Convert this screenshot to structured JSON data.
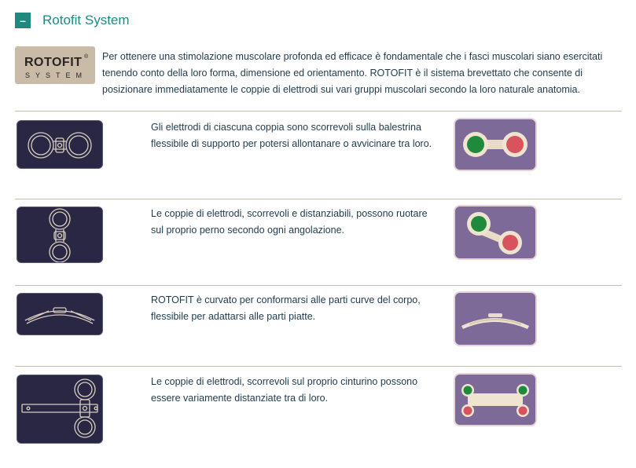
{
  "header": {
    "toggle_symbol": "–",
    "title": "Rotofit System"
  },
  "logo": {
    "line1": "ROTOFIT",
    "line2": "SYSTEM",
    "mark": "®"
  },
  "intro": {
    "text": "Per ottenere una stimolazione muscolare profonda ed efficace è fondamentale che i fasci muscolari siano esercitati tenendo conto della loro forma, dimensione ed orientamento. ROTOFIT è il sistema brevettato che consente di posizionare immediatamente le coppie di elettrodi sui vari gruppi muscolari secondo la loro naturale anatomia."
  },
  "features": [
    {
      "text": "Gli elettrodi di ciascuna coppia sono scorrevoli sulla balestrina flessibile di supporto per potersi allontanare o avvicinare tra loro."
    },
    {
      "text": "Le coppie di elettrodi, scorrevoli e distanziabili, possono ruotare sul proprio perno secondo ogni angolazione."
    },
    {
      "text": "ROTOFIT è curvato per conformarsi alle parti curve del corpo, flessibile per adattarsi alle parti piatte."
    },
    {
      "text": "Le coppie di elettrodi, scorrevoli sul proprio cinturino possono essere variamente distanziate tra di loro."
    }
  ],
  "colors": {
    "accent": "#1e8a7d",
    "diagram_bg": "#2a2744",
    "photo_bg": "#7d6a98",
    "electrode_green": "#1f8a3c",
    "electrode_red": "#d9535f"
  }
}
